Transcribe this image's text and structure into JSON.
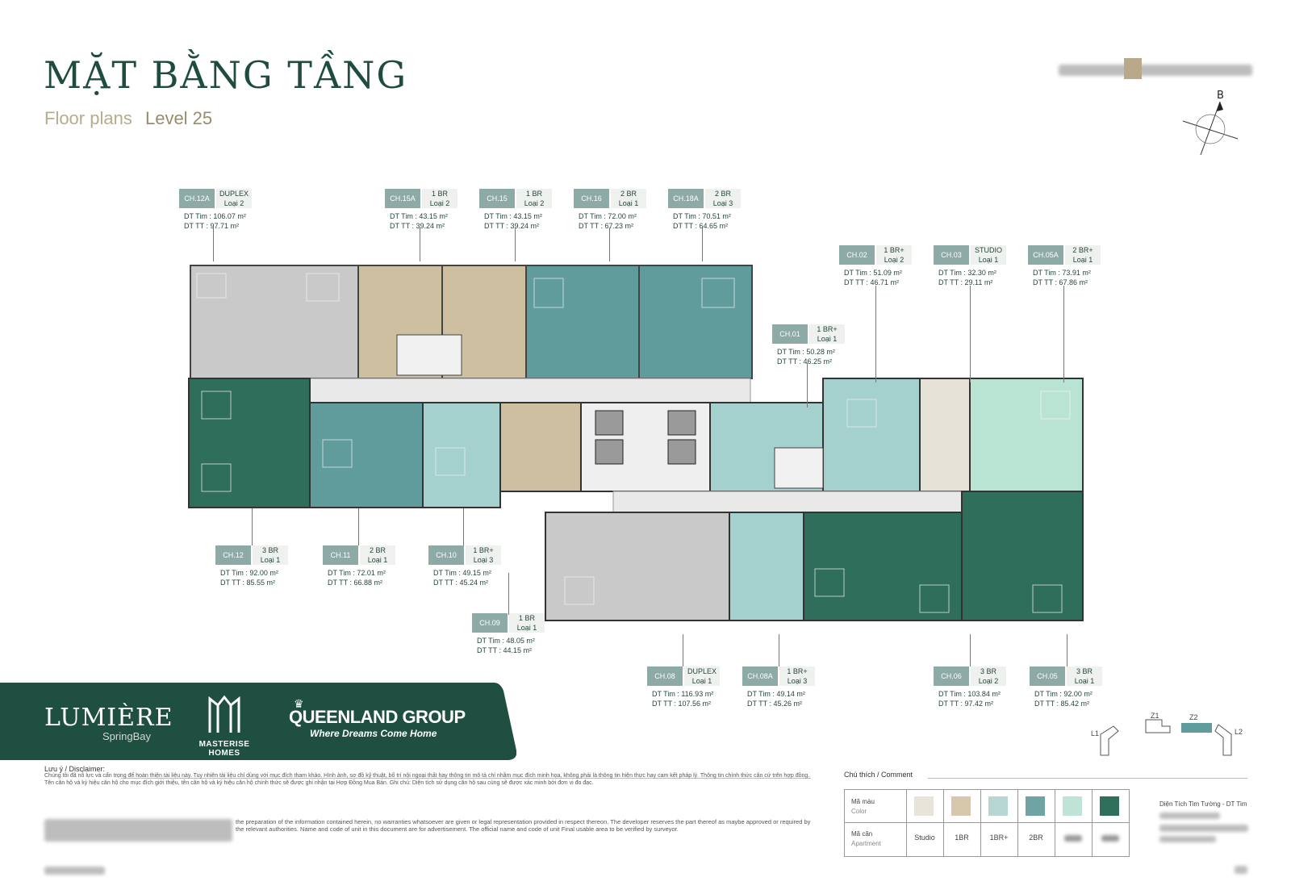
{
  "header": {
    "title": "MẶT BẰNG TẦNG",
    "subtitle": "Floor plans",
    "level": "Level 25",
    "compass_label": "B"
  },
  "units": [
    {
      "code": "CH.12A",
      "type": "DUPLEX",
      "loai": "Loại 2",
      "tim": "DT Tim  : 106.07 m²",
      "tt": "DT TT    : 97.71 m²"
    },
    {
      "code": "CH.15A",
      "type": "1 BR",
      "loai": "Loại 2",
      "tim": "DT Tim  : 43.15 m²",
      "tt": "DT TT    : 39.24 m²"
    },
    {
      "code": "CH.15",
      "type": "1 BR",
      "loai": "Loại 2",
      "tim": "DT Tim  : 43.15 m²",
      "tt": "DT TT    : 39.24 m²"
    },
    {
      "code": "CH.16",
      "type": "2 BR",
      "loai": "Loại 1",
      "tim": "DT Tim  : 72.00 m²",
      "tt": "DT TT    : 67.23 m²"
    },
    {
      "code": "CH.18A",
      "type": "2 BR",
      "loai": "Loại 3",
      "tim": "DT Tim  : 70.51 m²",
      "tt": "DT TT    : 64.65 m²"
    },
    {
      "code": "CH.02",
      "type": "1 BR+",
      "loai": "Loại 2",
      "tim": "DT Tim  : 51.09 m²",
      "tt": "DT TT    : 46.71 m²"
    },
    {
      "code": "CH.03",
      "type": "STUDIO",
      "loai": "Loại 1",
      "tim": "DT Tim  : 32.30 m²",
      "tt": "DT TT    : 29.11 m²"
    },
    {
      "code": "CH.05A",
      "type": "2 BR+",
      "loai": "Loại 1",
      "tim": "DT Tim  : 73.91 m²",
      "tt": "DT TT    : 67.86 m²"
    },
    {
      "code": "CH.01",
      "type": "1 BR+",
      "loai": "Loại 1",
      "tim": "DT Tim  : 50.28 m²",
      "tt": "DT TT    : 46.25 m²"
    },
    {
      "code": "CH.12",
      "type": "3 BR",
      "loai": "Loại 1",
      "tim": "DT Tim  : 92.00 m²",
      "tt": "DT TT    : 85.55 m²"
    },
    {
      "code": "CH.11",
      "type": "2 BR",
      "loai": "Loại 1",
      "tim": "DT Tim  : 72.01 m²",
      "tt": "DT TT    : 66.88 m²"
    },
    {
      "code": "CH.10",
      "type": "1 BR+",
      "loai": "Loại 3",
      "tim": "DT Tim  : 49.15 m²",
      "tt": "DT TT    : 45.24 m²"
    },
    {
      "code": "CH.09",
      "type": "1 BR",
      "loai": "Loại 1",
      "tim": "DT Tim  : 48.05 m²",
      "tt": "DT TT    : 44.15 m²"
    },
    {
      "code": "CH.08",
      "type": "DUPLEX",
      "loai": "Loại 1",
      "tim": "DT Tim  : 116.93 m²",
      "tt": "DT TT    : 107.56 m²"
    },
    {
      "code": "CH.08A",
      "type": "1 BR+",
      "loai": "Loại 3",
      "tim": "DT Tim  : 49.14 m²",
      "tt": "DT TT    : 45.26 m²"
    },
    {
      "code": "CH.06",
      "type": "3 BR",
      "loai": "Loại 2",
      "tim": "DT Tim  : 103.84 m²",
      "tt": "DT TT    : 97.42 m²"
    },
    {
      "code": "CH.05",
      "type": "3 BR",
      "loai": "Loại 1",
      "tim": "DT Tim  : 92.00 m²",
      "tt": "DT TT    : 85.42 m²"
    }
  ],
  "brands": {
    "lumiere": "LUMIÈRE",
    "lumiere_sub": "SpringBay",
    "masterise": "MASTERISE HOMES",
    "queenland": "QUEENLAND GROUP",
    "queenland_tag": "Where Dreams Come Home"
  },
  "disclaimer": {
    "title": "Lưu ý / Disclaimer:",
    "vn": "Chúng tôi đã nỗ lực và cẩn trọng để hoàn thiện tài liệu này. Tuy nhiên tài liệu chỉ dùng với mục đích tham khảo. Hình ảnh, sơ đồ kỹ thuật, bố trí nội ngoại thất hay thông tin mô tả chỉ nhằm mục đích minh họa, không phải là thông tin hiện thực hay cam kết pháp lý. Thông tin chính thức căn cứ trên hợp đồng. Tên căn hộ và ký hiệu căn hộ cho mục đích giới thiệu, tên căn hộ và ký hiệu căn hộ chính thức sẽ được ghi nhận tại Hợp Đồng Mua Bán. Ghi chú: Diện tích sử dụng căn hộ sau cùng sẽ được xác minh bởi đơn vị đo đạc.",
    "en": "the preparation of the information contained herein, no warranties whatsoever are given or legal representation provided in respect thereon. The developer reserves the part thereof as maybe approved or required by the relevant authorities. Name and code of unit in this document are for advertisement. The official name and code of unit Final usable area to be verified by surveyor."
  },
  "legend": {
    "title": "Chú thích / Comment",
    "color_label": "Mã màu",
    "color_label_en": "Color",
    "apt_label": "Mã căn",
    "apt_label_en": "Apartment",
    "items": [
      {
        "name": "Studio",
        "color": "#e9e4da"
      },
      {
        "name": "1BR",
        "color": "#d7c8ab"
      },
      {
        "name": "1BR+",
        "color": "#b5d6d3"
      },
      {
        "name": "2BR",
        "color": "#6fa3a4"
      },
      {
        "name": "",
        "color": "#bfe3d7"
      },
      {
        "name": "",
        "color": "#2f6f5c"
      }
    ],
    "area_note": "Diện Tích Tim Tường - DT Tim"
  },
  "zones": {
    "z1": "Z1",
    "z2": "Z2",
    "l1": "L1",
    "l2": "L2"
  },
  "colors": {
    "dark_green": "#1e5a48",
    "banner": "#1f4f41",
    "gray_unit": "#c4c4c4",
    "beige_unit": "#cbbd9d",
    "teal_unit": "#5e9a99",
    "light_teal_unit": "#9fcfcc",
    "mint_unit": "#b7e2d2",
    "corridor": "#e8e8e8"
  }
}
